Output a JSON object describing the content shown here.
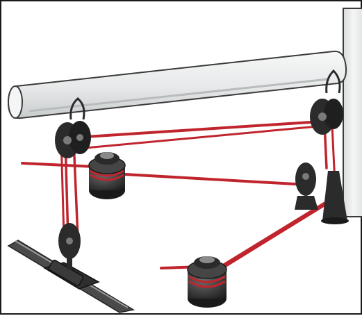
{
  "diagram": {
    "colors": {
      "line": "#c0252d",
      "hardware": "#2b2b2b",
      "hardware_light": "#7a7a7a",
      "spar_fill": "#eceeef",
      "spar_stroke": "#3a3a3a"
    },
    "icons": [
      "boom-spar",
      "mast",
      "block",
      "winch",
      "cleat",
      "track-car"
    ]
  }
}
